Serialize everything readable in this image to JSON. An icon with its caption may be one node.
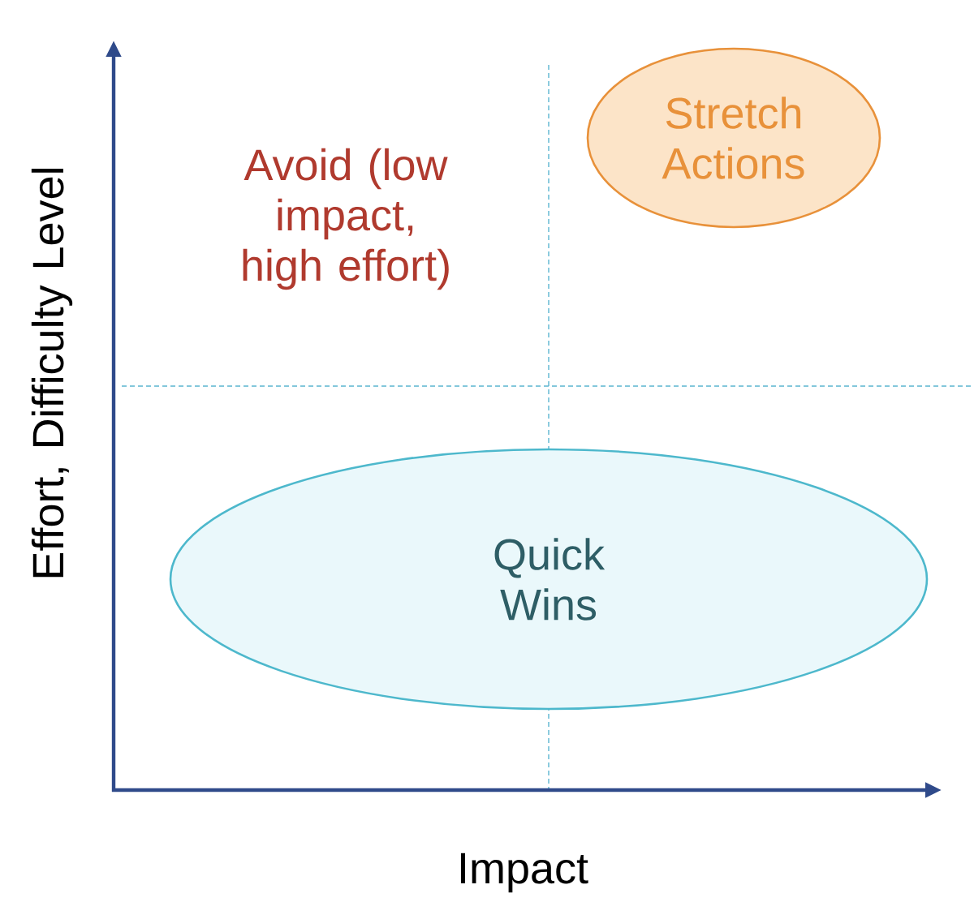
{
  "diagram": {
    "nodes": [
      {
        "text": [
          "Stretch Actions"
        ]
      },
      {
        "text": [
          "Quick Wins"
        ]
      }
    ],
    "labels": [
      "Avoid (low impact, high effort)",
      "Effort, Difficulty Level",
      "Impact"
    ]
  }
}
